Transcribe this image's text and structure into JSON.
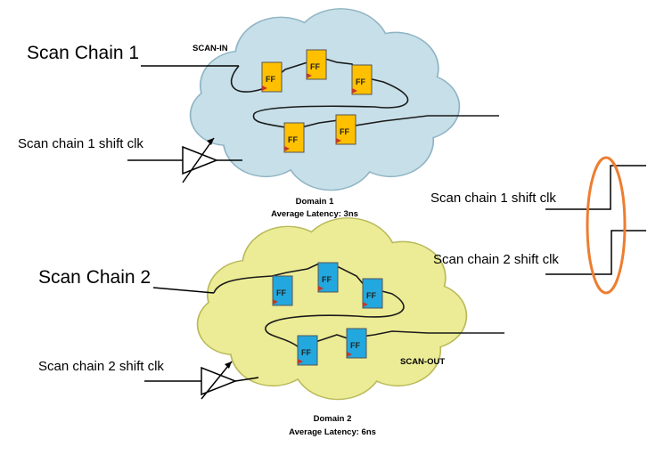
{
  "colors": {
    "cloud1_fill": "#c7dfe8",
    "cloud1_stroke": "#8fb4c4",
    "cloud2_fill": "#ecec96",
    "cloud2_stroke": "#b9b95a",
    "ff_domain1": "#ffc000",
    "ff_domain2": "#22a8de",
    "ff_stroke": "#555555",
    "clock_marker": "#c0392b",
    "ellipse": "#ed7d31"
  },
  "chain1": {
    "title": "Scan Chain 1",
    "clk_label": "Scan chain 1 shift clk",
    "port_label": "SCAN-IN",
    "ff_label": "FF",
    "domain_name": "Domain 1",
    "domain_latency": "Average Latency: 3ns"
  },
  "chain2": {
    "title": "Scan Chain 2",
    "clk_label": "Scan chain 2 shift clk",
    "port_label": "SCAN-OUT",
    "ff_label": "FF",
    "domain_name": "Domain 2",
    "domain_latency": "Average Latency: 6ns"
  },
  "waveform": {
    "label1": "Scan chain 1 shift clk",
    "label2": "Scan chain 2 shift clk"
  }
}
